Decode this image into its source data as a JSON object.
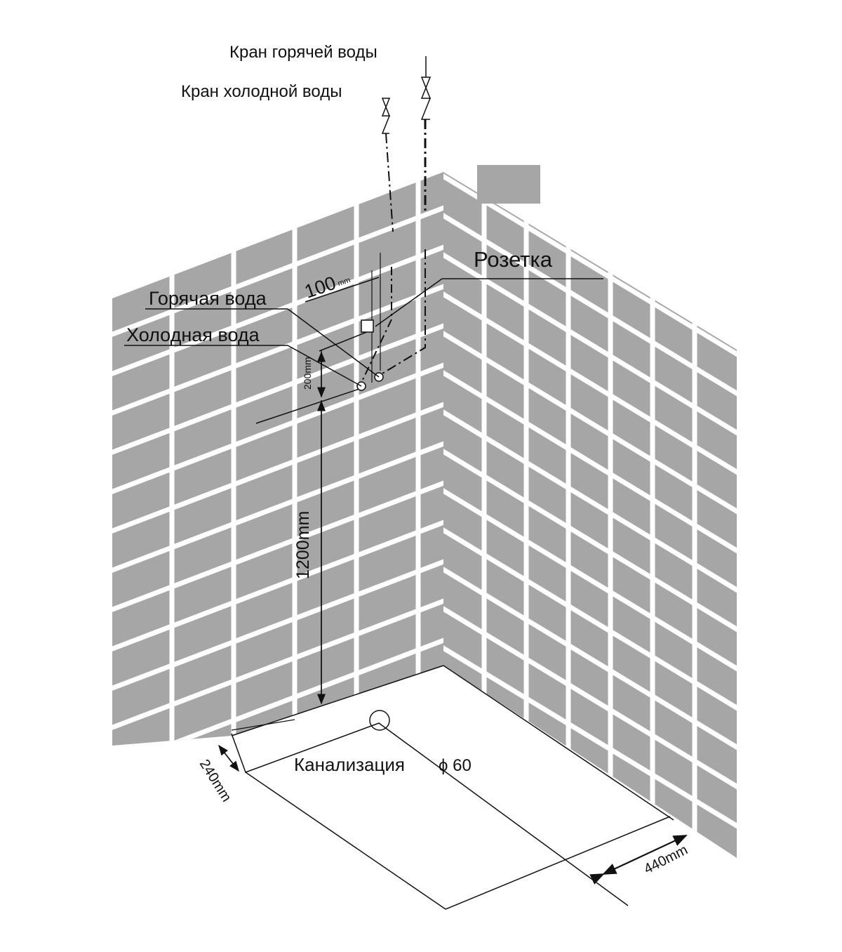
{
  "labels": {
    "hot_tap": "Кран горячей воды",
    "cold_tap": "Кран холодной воды",
    "socket": "Розетка",
    "hot_water": "Горячая вода",
    "cold_water": "Холодная вода",
    "dim_100": "100",
    "dim_100_unit": "mm",
    "dim_200": "200mm",
    "dim_1200": "1200mm",
    "drain": "Канализация",
    "drain_size": "ϕ 60",
    "dim_240": "240mm",
    "dim_440": "440mm"
  },
  "colors": {
    "tile": "#a6a6a6",
    "grout": "#ffffff",
    "line": "#111111"
  }
}
